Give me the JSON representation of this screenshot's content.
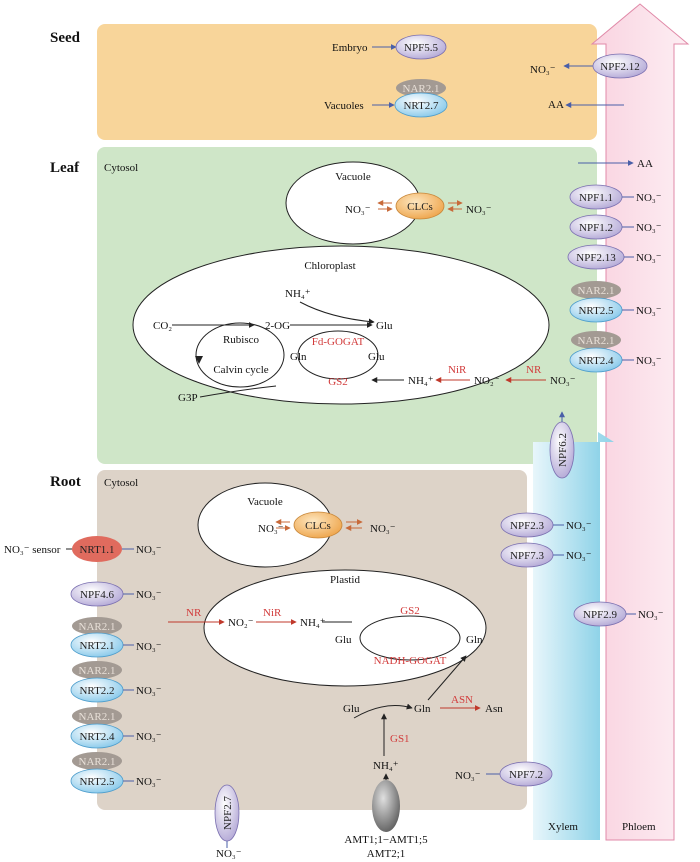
{
  "sections": {
    "seed": "Seed",
    "leaf": "Leaf",
    "root": "Root",
    "leaf_cytosol": "Cytosol",
    "root_cytosol": "Cytosol",
    "xylem": "Xylem",
    "phloem": "Phloem"
  },
  "seed": {
    "embryo": "Embryo",
    "npf55": "NPF5.5",
    "vacuoles": "Vacuoles",
    "nar21": "NAR2.1",
    "nrt27": "NRT2.7",
    "npf212": "NPF2.12",
    "no3": "NO₃⁻",
    "aa": "AA"
  },
  "leaf": {
    "vacuole": "Vacuole",
    "clcs": "CLCs",
    "no3_left": "NO₃⁻",
    "no3_right": "NO₃⁻",
    "chloroplast": "Chloroplast",
    "nh4_top": "NH₄⁺",
    "co2": "CO₂",
    "two_og": "2-OG",
    "glu_top": "Glu",
    "rubisco": "Rubisco",
    "fd_gogat": "Fd-GOGAT",
    "gln": "Gln",
    "glu_mid": "Glu",
    "calvin": "Calvin cycle",
    "gs2": "GS2",
    "nir": "NiR",
    "nr": "NR",
    "g3p": "G3P",
    "nh4_bottom": "NH₄⁺",
    "no2": "NO₂⁻",
    "no3_chl": "NO₃⁻",
    "aa": "AA",
    "transporters": [
      {
        "name": "NPF1.1",
        "sub": "NO₃⁻"
      },
      {
        "name": "NPF1.2",
        "sub": "NO₃⁻"
      },
      {
        "name": "NPF2.13",
        "sub": "NO₃⁻"
      }
    ],
    "nar_a": "NAR2.1",
    "nrt25": "NRT2.5",
    "nrt25_no3": "NO₃⁻",
    "nar_b": "NAR2.1",
    "nrt24": "NRT2.4",
    "nrt24_no3": "NO₃⁻",
    "npf62": "NPF6.2"
  },
  "root": {
    "vacuole": "Vacuole",
    "clcs": "CLCs",
    "no3_left": "NO₃⁻",
    "no3_right": "NO₃⁻",
    "sensor": "NO₃⁻ sensor",
    "nrt11": "NRT1.1",
    "nrt11_no3": "NO₃⁻",
    "npf46": "NPF4.6",
    "npf46_no3": "NO₃⁻",
    "left_stack": [
      {
        "nar": "NAR2.1",
        "nrt": "NRT2.1",
        "no3": "NO₃⁻"
      },
      {
        "nar": "NAR2.1",
        "nrt": "NRT2.2",
        "no3": "NO₃⁻"
      },
      {
        "nar": "NAR2.1",
        "nrt": "NRT2.4",
        "no3": "NO₃⁻"
      },
      {
        "nar": "NAR2.1",
        "nrt": "NRT2.5",
        "no3": "NO₃⁻"
      }
    ],
    "plastid": "Plastid",
    "nr": "NR",
    "no2": "NO₂⁻",
    "nir": "NiR",
    "nh4": "NH₄⁺",
    "gs2": "GS2",
    "glu_p": "Glu",
    "gln_p": "Gln",
    "nadh_gogat": "NADH-GOGAT",
    "glu_c": "Glu",
    "gln_c": "Gln",
    "asn_enzyme": "ASN",
    "asn": "Asn",
    "gs1": "GS1",
    "nh4_c": "NH₄⁺",
    "amt": "AMT1;1−AMT1;5",
    "amt2": "AMT2;1",
    "npf27": "NPF2.7",
    "npf27_no3": "NO₃⁻",
    "npf23": "NPF2.3",
    "npf23_no3": "NO₃⁻",
    "npf73": "NPF7.3",
    "npf73_no3": "NO₃⁻",
    "npf29": "NPF2.9",
    "npf29_no3": "NO₃⁻",
    "npf72": "NPF7.2",
    "npf72_no3": "NO₃⁻"
  },
  "colors": {
    "seed_bg": "#f8d59a",
    "leaf_bg": "#cfe6c8",
    "root_bg": "#ddd3c8",
    "npf": "#c8bfe0",
    "nrt": "#a8d8f0",
    "nar": "#a39a93",
    "clc": "#f3b562",
    "nrt11": "#e06b5e",
    "amt": "#7a7a7a"
  }
}
